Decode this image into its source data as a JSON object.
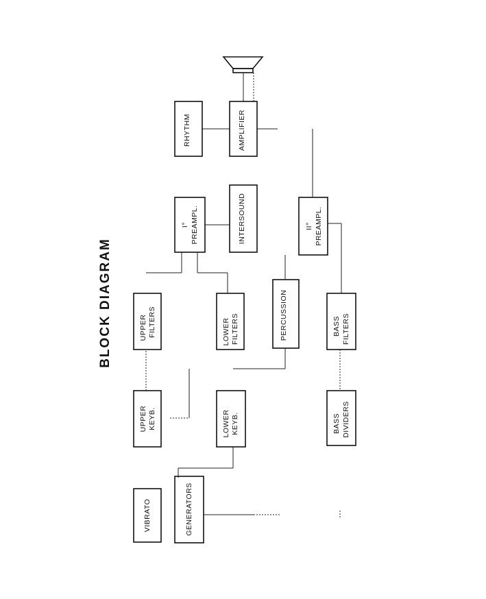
{
  "title": "BLOCK  DIAGRAM",
  "blocks": {
    "vibrato": [
      "VIBRATO"
    ],
    "generators": [
      "GENERATORS"
    ],
    "upper_keyb": [
      "UPPER",
      "KEYB."
    ],
    "lower_keyb": [
      "LOWER",
      "KEYB."
    ],
    "bass_dividers": [
      "BASS",
      "DIVIDERS"
    ],
    "upper_filters": [
      "UPPER",
      "FILTERS"
    ],
    "lower_filters": [
      "LOWER",
      "FILTERS"
    ],
    "percussion": [
      "PERCUSSION"
    ],
    "bass_filters": [
      "BASS",
      "FILTERS"
    ],
    "preampl_1": [
      "I°",
      "PREAMPL."
    ],
    "preampl_2": [
      "II°",
      "PREAMPL."
    ],
    "intersound": [
      "INTERSOUND"
    ],
    "rhythm": [
      "RHYTHM"
    ],
    "amplifier": [
      "AMPLIFIER"
    ]
  }
}
